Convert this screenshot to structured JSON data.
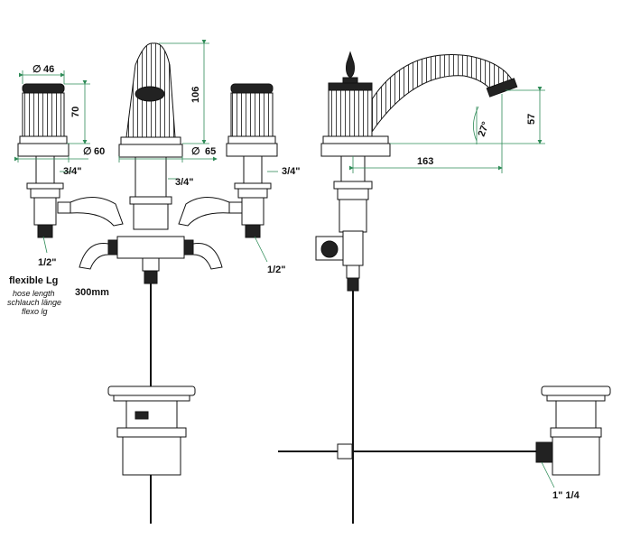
{
  "dimensions": {
    "handle_diameter": "46",
    "handle_height": "70",
    "base_diameter_left": "60",
    "spout_height": "106",
    "base_diameter_right": "65",
    "spout_reach": "163",
    "spout_angle": "27°",
    "spout_outlet_height": "57",
    "diameter_symbol": "∅"
  },
  "threads": {
    "left_valve": "3/4\"",
    "spout": "3/4\"",
    "right_valve": "3/4\"",
    "left_outlet": "1/2\"",
    "right_outlet": "1/2\"",
    "drain": "1\" 1/4"
  },
  "hose": {
    "title": "flexible Lg",
    "lines": [
      "hose length",
      "schlauch länge",
      "flexo lg"
    ],
    "length": "300mm"
  },
  "colors": {
    "ink": "#111111",
    "dimension_line": "#2e8b57",
    "fill_dark": "#222222"
  }
}
